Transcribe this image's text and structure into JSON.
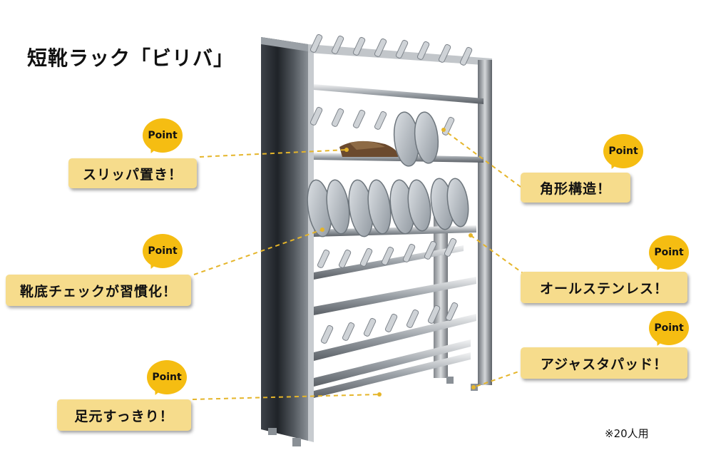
{
  "title": "短靴ラック「ビリバ」",
  "badge_text": "Point",
  "points": [
    {
      "id": "slipper",
      "label": "スリッパ置き！"
    },
    {
      "id": "sole-check",
      "label": "靴底チェックが習慣化！"
    },
    {
      "id": "clear-floor",
      "label": "足元すっきり！"
    },
    {
      "id": "square-frame",
      "label": "角形構造！"
    },
    {
      "id": "stainless",
      "label": "オールステンレス！"
    },
    {
      "id": "adjuster",
      "label": "アジャスタパッド！"
    }
  ],
  "note": "※20人用",
  "colors": {
    "label_bg": "#f6dc8c",
    "badge_bg": "#f5bd12",
    "leader_line": "#e5b52a",
    "steel": "#b8bcc0"
  }
}
